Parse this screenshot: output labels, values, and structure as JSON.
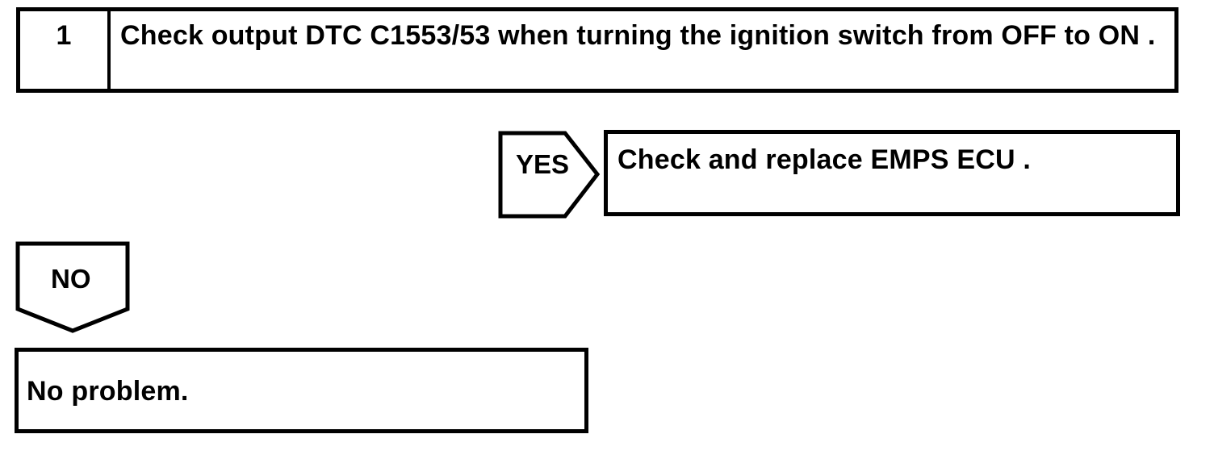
{
  "page": {
    "background": "#ffffff",
    "ink": "#000000"
  },
  "flowchart": {
    "step": {
      "number": "1",
      "instruction": "Check output DTC C1553/53 when turning the ignition switch from OFF to ON ."
    },
    "yes_branch": {
      "connector_label": "YES",
      "action": "Check and replace EMPS ECU ."
    },
    "no_branch": {
      "connector_label": "NO",
      "action": "No problem."
    }
  }
}
